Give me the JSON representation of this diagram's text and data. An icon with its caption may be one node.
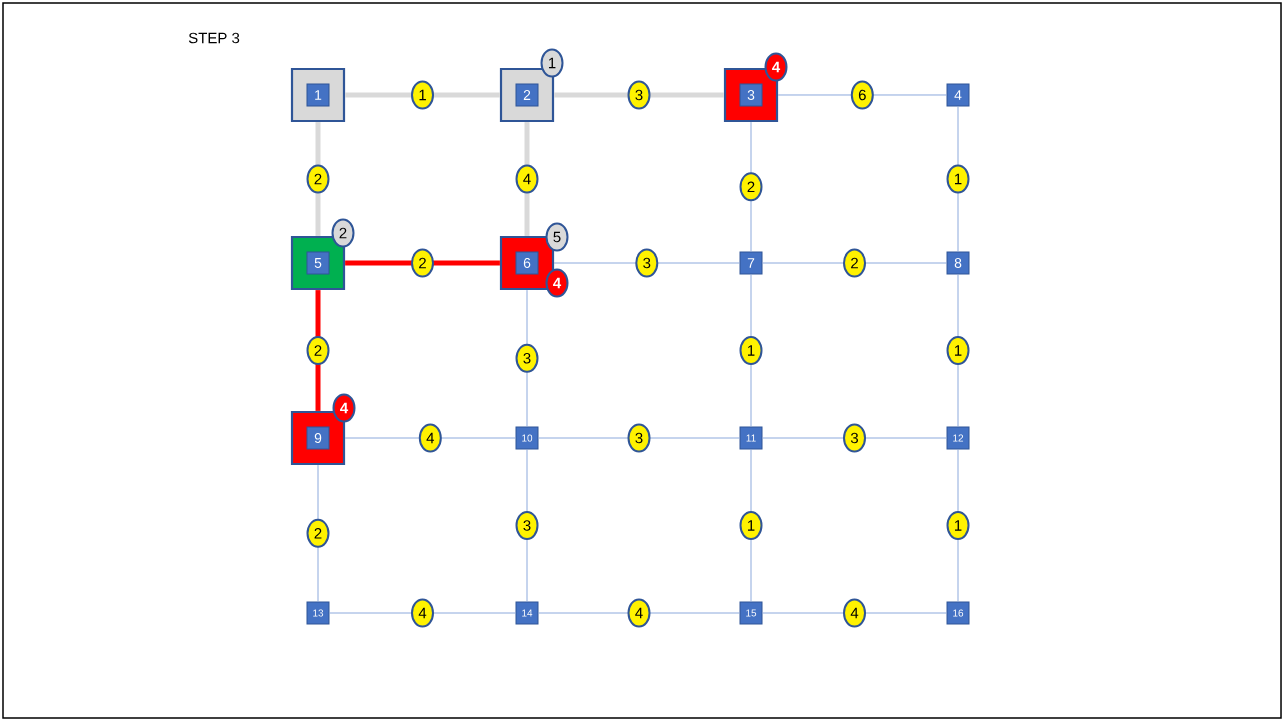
{
  "diagram": {
    "title": "STEP 3",
    "nodes": [
      {
        "text": [],
        "shape": "box"
      },
      {
        "text": [
          "1"
        ],
        "in": 0
      },
      {
        "text": [],
        "shape": "box"
      },
      {
        "text": [
          "2"
        ],
        "in": 2
      },
      {
        "text": [
          "1"
        ]
      },
      {
        "text": [],
        "shape": "box"
      },
      {
        "text": [
          "3"
        ],
        "in": 5
      },
      {
        "text": [
          "4"
        ]
      },
      {
        "text": [
          "4"
        ]
      },
      {
        "text": [],
        "shape": "box"
      },
      {
        "text": [
          "5"
        ],
        "in": 9
      },
      {
        "text": [
          "2"
        ]
      },
      {
        "text": [],
        "shape": "box"
      },
      {
        "text": [
          "6"
        ],
        "in": 12
      },
      {
        "text": [
          "5"
        ]
      },
      {
        "text": [
          "4"
        ]
      },
      {
        "text": [
          "7"
        ]
      },
      {
        "text": [
          "8"
        ]
      },
      {
        "text": [],
        "shape": "box"
      },
      {
        "text": [
          "9"
        ],
        "in": 18
      },
      {
        "text": [
          "4"
        ]
      },
      {
        "text": [
          "10"
        ]
      },
      {
        "text": [
          "11"
        ]
      },
      {
        "text": [
          "12"
        ]
      },
      {
        "text": [
          "13"
        ]
      },
      {
        "text": [
          "14"
        ]
      },
      {
        "text": [
          "15"
        ]
      },
      {
        "text": [
          "16"
        ]
      }
    ],
    "edges": [
      {
        "from": 0,
        "to": 2,
        "arrow": "none",
        "label": "1",
        "style": "thick",
        "color": "#d9d9d9"
      },
      {
        "from": 2,
        "to": 5,
        "arrow": "none",
        "label": "3",
        "style": "thick",
        "color": "#d9d9d9"
      },
      {
        "from": 5,
        "to": 8,
        "arrow": "none",
        "label": "6"
      },
      {
        "from": 9,
        "to": 12,
        "arrow": "none",
        "label": "2",
        "style": "thick",
        "color": "#ff0000"
      },
      {
        "from": 12,
        "to": 16,
        "arrow": "none",
        "label": "3"
      },
      {
        "from": 16,
        "to": 17,
        "arrow": "none",
        "label": "2"
      },
      {
        "from": 18,
        "to": 21,
        "arrow": "none",
        "label": "4"
      },
      {
        "from": 21,
        "to": 22,
        "arrow": "none",
        "label": "3"
      },
      {
        "from": 22,
        "to": 23,
        "arrow": "none",
        "label": "3"
      },
      {
        "from": 24,
        "to": 25,
        "arrow": "none",
        "label": "4"
      },
      {
        "from": 25,
        "to": 26,
        "arrow": "none",
        "label": "4"
      },
      {
        "from": 26,
        "to": 27,
        "arrow": "none",
        "label": "4"
      },
      {
        "from": 0,
        "to": 9,
        "arrow": "none",
        "label": "2",
        "style": "thick",
        "color": "#d9d9d9"
      },
      {
        "from": 9,
        "to": 18,
        "arrow": "none",
        "label": "2",
        "style": "thick",
        "color": "#ff0000"
      },
      {
        "from": 18,
        "to": 24,
        "arrow": "none",
        "label": "2"
      },
      {
        "from": 2,
        "to": 12,
        "arrow": "none",
        "label": "4",
        "style": "thick",
        "color": "#d9d9d9"
      },
      {
        "from": 12,
        "to": 21,
        "arrow": "none",
        "label": "3"
      },
      {
        "from": 21,
        "to": 25,
        "arrow": "none",
        "label": "3"
      },
      {
        "from": 5,
        "to": 16,
        "arrow": "none",
        "label": "2"
      },
      {
        "from": 16,
        "to": 22,
        "arrow": "none",
        "label": "1"
      },
      {
        "from": 22,
        "to": 26,
        "arrow": "none",
        "label": "1"
      },
      {
        "from": 8,
        "to": 17,
        "arrow": "none",
        "label": "1"
      },
      {
        "from": 17,
        "to": 23,
        "arrow": "none",
        "label": "1"
      },
      {
        "from": 23,
        "to": 27,
        "arrow": "none",
        "label": "1"
      }
    ]
  }
}
